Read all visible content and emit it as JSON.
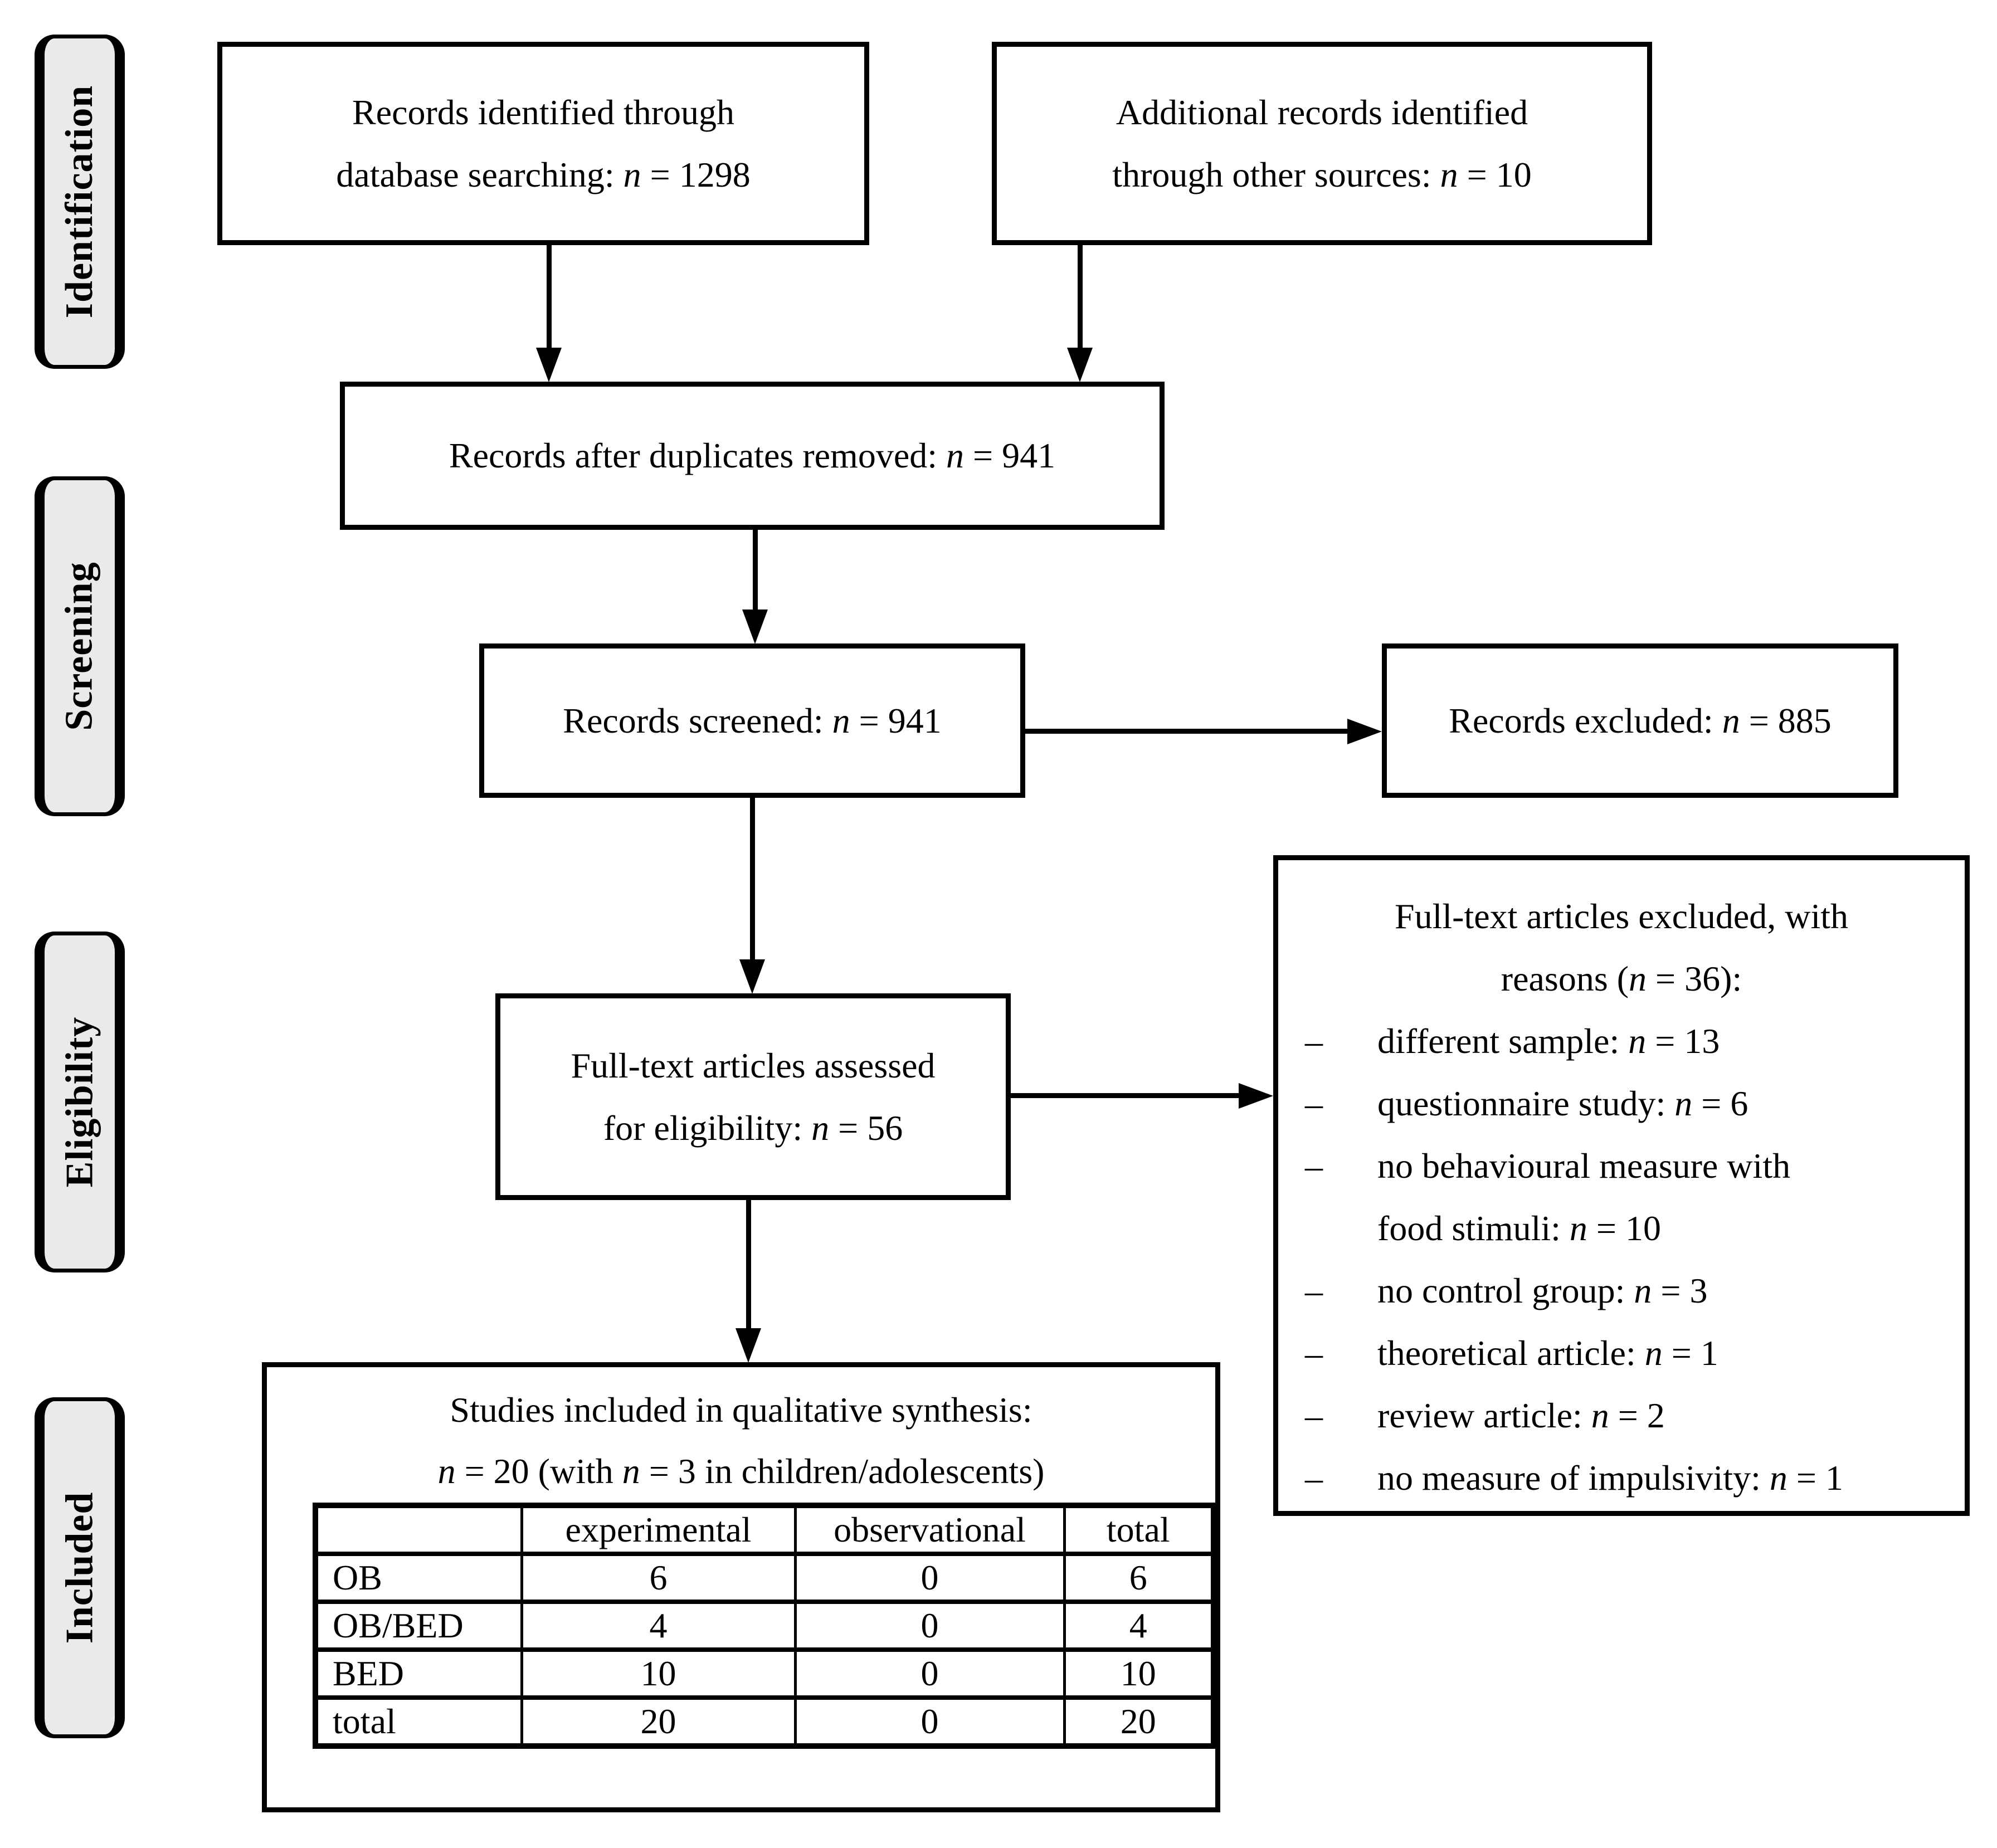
{
  "colors": {
    "background": "#ffffff",
    "stage_fill": "#eaeaea",
    "line_and_text": "#000000"
  },
  "sidebar": {
    "stages": [
      {
        "label": "Identification"
      },
      {
        "label": "Screening"
      },
      {
        "label": "Eligibility"
      },
      {
        "label": "Included"
      }
    ]
  },
  "boxes": {
    "identified": {
      "lines": [
        "Records identified through",
        "database searching: <i>n</i> = 1298"
      ]
    },
    "additional": {
      "lines": [
        "Additional records identified",
        "through other sources: <i>n</i> = 10"
      ]
    },
    "duplicates": {
      "html": "Records after duplicates removed: <i>n</i> = 941"
    },
    "screened": {
      "html": "Records screened: <i>n</i> = 941"
    },
    "excluded": {
      "html": "Records excluded: <i>n</i> = 885"
    },
    "fulltext": {
      "lines": [
        "Full-text articles assessed",
        "for eligibility: <i>n</i> = 56"
      ]
    }
  },
  "reasons_box": {
    "title_lines": [
      "Full-text articles excluded, with",
      "reasons (<i>n</i> = 36):"
    ],
    "bullet_char": "–",
    "items": [
      {
        "lines": [
          "different sample: <i>n</i> = 13"
        ]
      },
      {
        "lines": [
          "questionnaire study: <i>n</i> = 6"
        ]
      },
      {
        "lines": [
          "no behavioural measure with",
          "food stimuli: <i>n</i> = 10"
        ]
      },
      {
        "lines": [
          "no control group: <i>n</i> = 3"
        ]
      },
      {
        "lines": [
          "theoretical article: <i>n</i> = 1"
        ]
      },
      {
        "lines": [
          "review article: <i>n</i> = 2"
        ]
      },
      {
        "lines": [
          "no measure of impulsivity: <i>n</i> = 1"
        ]
      }
    ]
  },
  "studies_box": {
    "title_lines": [
      "Studies included in qualitative synthesis:",
      "<i>n</i> = 20 (with <i>n</i> = 3 in children/adolescents)"
    ]
  },
  "table": {
    "headers": [
      "",
      "experimental",
      "observational",
      "total"
    ],
    "rows": [
      {
        "label": "OB",
        "values": [
          "6",
          "0",
          "6"
        ]
      },
      {
        "label": "OB/BED",
        "values": [
          "4",
          "0",
          "4"
        ]
      },
      {
        "label": "BED",
        "values": [
          "10",
          "0",
          "10"
        ]
      },
      {
        "label": "total",
        "values": [
          "20",
          "0",
          "20"
        ]
      }
    ]
  }
}
